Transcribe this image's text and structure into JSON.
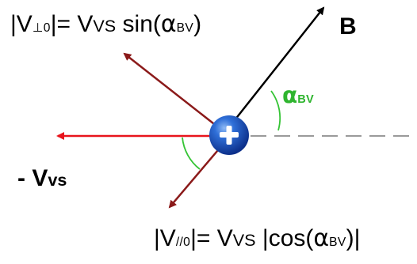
{
  "labels": {
    "v_perp": {
      "bar_open": "|",
      "v": "V",
      "sub": "⊥0",
      "bar_close": "|",
      "eq": "= V",
      "vs": "VS",
      "fn_open": " sin(",
      "alpha": "α",
      "alpha_sub": "BV",
      "fn_close": ")"
    },
    "b_field": "B",
    "angle": {
      "alpha": "α",
      "alpha_sub": "BV"
    },
    "minus_vvs": {
      "prefix": "- V",
      "vs": "vs"
    },
    "v_par": {
      "bar_open": "|",
      "v": "V",
      "sub": "//0",
      "bar_close": "|",
      "eq": "= V",
      "vs": "VS",
      "fn_open": " |cos(",
      "alpha": "α",
      "alpha_sub": "BV",
      "fn_close": ")|"
    }
  },
  "colors": {
    "b_arrow": "#000000",
    "velocity_arrow": "#e8141c",
    "component_arrows": "#8b1a1a",
    "angle_arcs": "#35c435",
    "reference_line": "#9a9a9a",
    "particle_fill": "#1b58c4",
    "particle_sign": "#ffffff",
    "angle_label": "#2fb52f"
  },
  "icons": {
    "particle": "proton-plus-sphere-icon"
  }
}
